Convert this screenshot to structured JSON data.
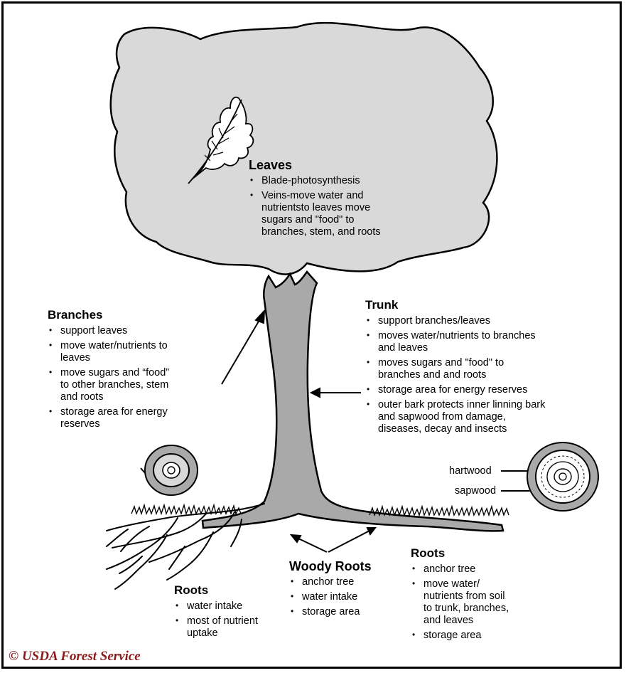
{
  "leaves": {
    "title": "Leaves",
    "points": [
      "Blade-photosynthesis",
      "Veins-move water and\nnutrientsto leaves move\nsugars and \"food\" to\nbranches, stem, and roots"
    ]
  },
  "branches": {
    "title": "Branches",
    "points": [
      "support leaves",
      "move water/nutrients to\nleaves",
      "move sugars and “food”\nto other branches, stem\nand roots",
      "storage area for energy\nreserves"
    ]
  },
  "trunk": {
    "title": "Trunk",
    "points": [
      "support branches/leaves",
      "moves water/nutrients to branches\nand leaves",
      "moves sugars and \"food\" to\nbranches and and roots",
      "storage area for energy reserves",
      "outer bark protects inner linning bark\nand sapwood from damage,\ndiseases, decay and insects"
    ]
  },
  "cross_section": {
    "hartwood_label": "hartwood",
    "sapwood_label": "sapwood"
  },
  "woody_roots": {
    "title": "Woody Roots",
    "points": [
      "anchor tree",
      "water intake",
      "storage area"
    ]
  },
  "roots_left": {
    "title": "Roots",
    "points": [
      "water intake",
      "most of nutrient\nuptake"
    ]
  },
  "roots_right": {
    "title": "Roots",
    "points": [
      "anchor tree",
      " move water/\nnutrients from soil\nto trunk, branches,\nand leaves",
      "storage area"
    ]
  },
  "credit": "© USDA Forest Service",
  "colors": {
    "canopy": "#d9d9d9",
    "trunk": "#a9a9a9",
    "outline": "#000000",
    "credit": "#8b1a1a"
  }
}
